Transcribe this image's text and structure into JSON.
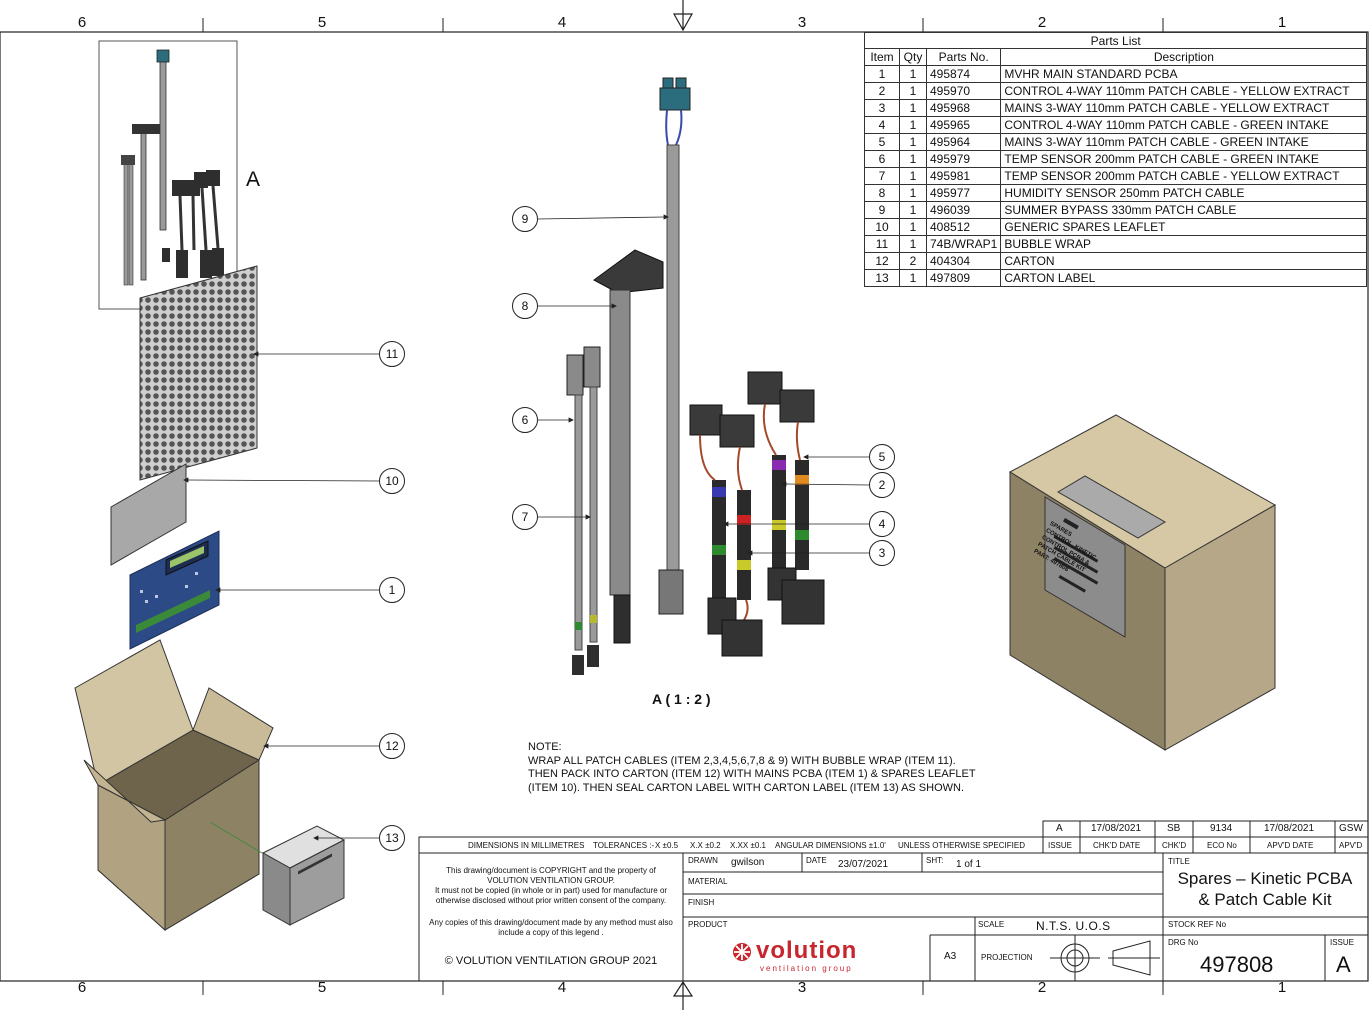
{
  "zones": {
    "top": [
      "6",
      "5",
      "4",
      "3",
      "2",
      "1"
    ],
    "bottom": [
      "6",
      "5",
      "4",
      "3",
      "2",
      "1"
    ]
  },
  "parts_list": {
    "caption": "Parts List",
    "headers": [
      "Item",
      "Qty",
      "Parts No.",
      "Description"
    ],
    "rows": [
      [
        "1",
        "1",
        "495874",
        "MVHR MAIN STANDARD PCBA"
      ],
      [
        "2",
        "1",
        "495970",
        "CONTROL 4-WAY 110mm PATCH CABLE - YELLOW EXTRACT"
      ],
      [
        "3",
        "1",
        "495968",
        "MAINS 3-WAY 110mm PATCH CABLE - YELLOW EXTRACT"
      ],
      [
        "4",
        "1",
        "495965",
        "CONTROL 4-WAY 110mm PATCH CABLE - GREEN INTAKE"
      ],
      [
        "5",
        "1",
        "495964",
        "MAINS 3-WAY 110mm PATCH CABLE - GREEN INTAKE"
      ],
      [
        "6",
        "1",
        "495979",
        "TEMP SENSOR 200mm PATCH CABLE - GREEN INTAKE"
      ],
      [
        "7",
        "1",
        "495981",
        "TEMP SENSOR 200mm PATCH CABLE - YELLOW EXTRACT"
      ],
      [
        "8",
        "1",
        "495977",
        "HUMIDITY SENSOR 250mm PATCH CABLE"
      ],
      [
        "9",
        "1",
        "496039",
        "SUMMER BYPASS 330mm PATCH CABLE"
      ],
      [
        "10",
        "1",
        "408512",
        "GENERIC SPARES LEAFLET"
      ],
      [
        "11",
        "1",
        "74B/WRAP1",
        "BUBBLE WRAP"
      ],
      [
        "12",
        "2",
        "404304",
        "CARTON"
      ],
      [
        "13",
        "1",
        "497809",
        "CARTON LABEL"
      ]
    ]
  },
  "views": {
    "detail_ref": "A",
    "detail_title": "A ( 1 : 2 )"
  },
  "balloons": {
    "b1": "1",
    "b2": "2",
    "b3": "3",
    "b4": "4",
    "b5": "5",
    "b6": "6",
    "b7": "7",
    "b8": "8",
    "b9": "9",
    "b10": "10",
    "b11": "11",
    "b12": "12",
    "b13": "13"
  },
  "note": "NOTE:\nWRAP ALL PATCH CABLES (ITEM 2,3,4,5,6,7,8 & 9) WITH BUBBLE WRAP (ITEM 11).\nTHEN PACK INTO CARTON (ITEM 12) WITH MAINS PCBA (ITEM 1) & SPARES LEAFLET\n(ITEM 10). THEN SEAL CARTON LABEL WITH CARTON LABEL (ITEM 13) AS SHOWN.",
  "label_text": [
    "SPARES",
    "CONTROL, KINETIC",
    "CONTROL PCBA &",
    "PATCH CABLE KIT",
    "PART: 497808"
  ],
  "revision": {
    "issue": "A",
    "chkd_date": "17/08/2021",
    "chkd": "SB",
    "eco_no": "9134",
    "apvd_date": "17/08/2021",
    "apvd": "GSW",
    "headers": [
      "ISSUE",
      "CHK'D DATE",
      "CHK'D",
      "ECO No",
      "APV'D DATE",
      "APV'D"
    ]
  },
  "title_block": {
    "dimensions": "DIMENSIONS IN MILLIMETRES",
    "tolerances": "TOLERANCES :-",
    "tol_x": "X ±0.5",
    "tol_xx": "X.X ±0.2",
    "tol_xxx": "X.XX ±0.1",
    "tol_angular": "ANGULAR DIMENSIONS ±1.0'",
    "tol_unless": "UNLESS OTHERWISE SPECIFIED",
    "copyright_1": "This drawing/document is COPYRIGHT and the property of",
    "copyright_2": "VOLUTION VENTILATION GROUP.",
    "copyright_3": "It must not be copied (in whole or in part) used for manufacture or",
    "copyright_4": "otherwise disclosed without prior written consent of the company.",
    "copyright_5": "Any copies of this drawing/document made by any method must also",
    "copyright_6": "include a copy of this legend .",
    "company": "© VOLUTION VENTILATION GROUP 2021",
    "drawn_label": "DRAWN",
    "drawn_by": "gwilson",
    "date_label": "DATE",
    "date": "23/07/2021",
    "sheet_label": "SHT:",
    "sheet": "1 of 1",
    "material_label": "MATERIAL",
    "finish_label": "FINISH",
    "product_label": "PRODUCT",
    "scale_label": "SCALE",
    "scale": "N.T.S. U.O.S",
    "stock_label": "STOCK REF No",
    "title_label": "TITLE",
    "title_1": "Spares – Kinetic PCBA",
    "title_2": "& Patch Cable Kit",
    "logo_word": "volution",
    "logo_tagline": "ventilation group",
    "size": "A3",
    "projection_label": "PROJECTION",
    "drg_label": "DRG No",
    "drg_no": "497808",
    "issue_label": "ISSUE",
    "issue": "A"
  },
  "colors": {
    "line": "#222222",
    "carton": "#b5a788",
    "carton_dark": "#8e8264",
    "carton_top": "#d2c5a4",
    "pcb": "#2c4a86",
    "cable": "#8a8a8a",
    "connector": "#333333"
  }
}
